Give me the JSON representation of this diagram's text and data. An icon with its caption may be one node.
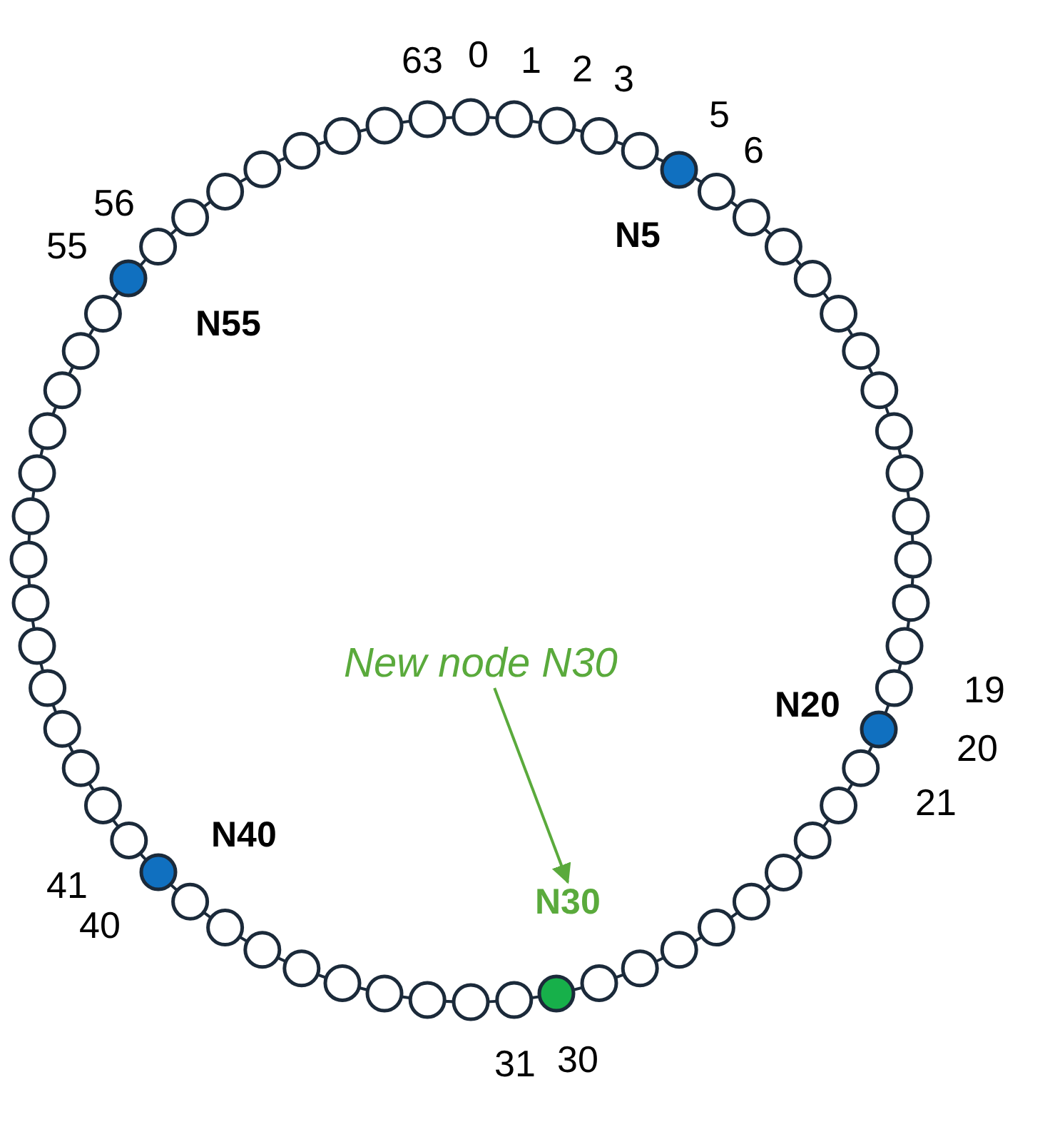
{
  "diagram": {
    "nodes": [
      {
        "text": [
          "N5"
        ]
      },
      {
        "text": [
          "N55"
        ]
      },
      {
        "text": [
          "New node N30"
        ]
      },
      {
        "text": [
          "N20"
        ]
      },
      {
        "text": [
          "N40"
        ]
      },
      {
        "text": [
          "N30"
        ]
      }
    ],
    "edges": [
      {
        "from": 2,
        "to": 5,
        "arrow": "to",
        "color": "#5aaa3c"
      }
    ],
    "labels": [
      "63",
      "0",
      "1",
      "2",
      "3",
      "5",
      "6",
      "56",
      "55",
      "19",
      "20",
      "21",
      "41",
      "40",
      "31",
      "30"
    ]
  }
}
